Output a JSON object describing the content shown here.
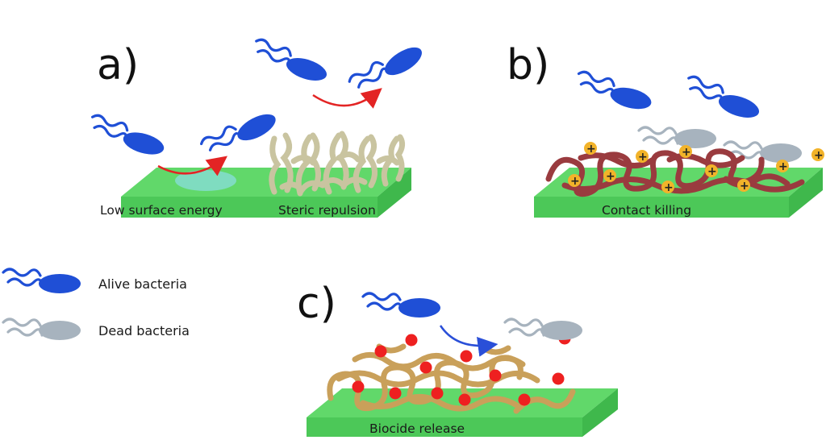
{
  "panels": {
    "a": {
      "label": "a)",
      "caption_left": "Low surface energy",
      "caption_right": "Steric repulsion"
    },
    "b": {
      "label": "b)",
      "caption": "Contact killing",
      "charge_symbol": "+"
    },
    "c": {
      "label": "c)",
      "caption": "Biocide release"
    }
  },
  "legend": {
    "alive": "Alive bacteria",
    "dead": "Dead bacteria"
  },
  "colors": {
    "alive_bacteria": "#1f4fd6",
    "dead_bacteria": "#a7b3be",
    "surface_top": "#61d86a",
    "surface_side": "#3fb84c",
    "low_energy_patch": "#7fdcc0",
    "steric_brush": "#c9c4a0",
    "contact_polymer": "#9a3b3f",
    "charge": "#f2b32a",
    "release_polymer": "#c9a05a",
    "biocide": "#ee2020",
    "arrow_red": "#e32424",
    "arrow_blue": "#2a4fd8"
  }
}
